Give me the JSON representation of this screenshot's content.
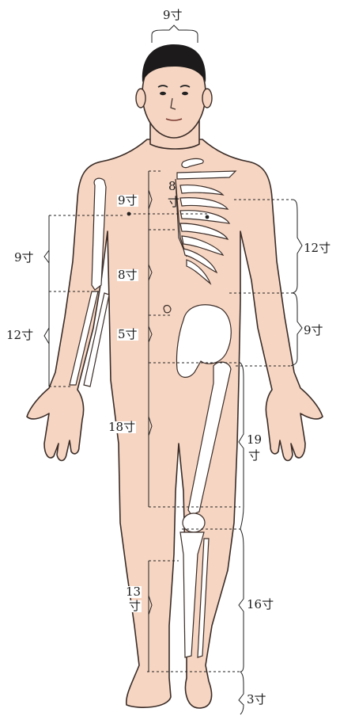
{
  "figure": {
    "labels": {
      "head_width": "9寸",
      "chest_nipples": "9寸",
      "sternum_upper": "8",
      "sternum_lower": "寸",
      "upper_abdomen": "8寸",
      "lower_abdomen": "5寸",
      "thigh_inner": "18寸",
      "upper_arm": "9寸",
      "forearm": "12寸",
      "torso_side_upper": "12寸",
      "torso_side_lower": "9寸",
      "thigh_outer_num": "19",
      "thigh_outer_unit": "寸",
      "shin_inner_num": "13",
      "shin_inner_unit": "寸",
      "shin_outer": "16寸",
      "foot": "3寸"
    },
    "colors": {
      "skin": "#f6d5c2",
      "outline": "#3a2c27",
      "bone": "#ffffff",
      "hair": "#1c1a1a",
      "line": "#222222"
    }
  }
}
